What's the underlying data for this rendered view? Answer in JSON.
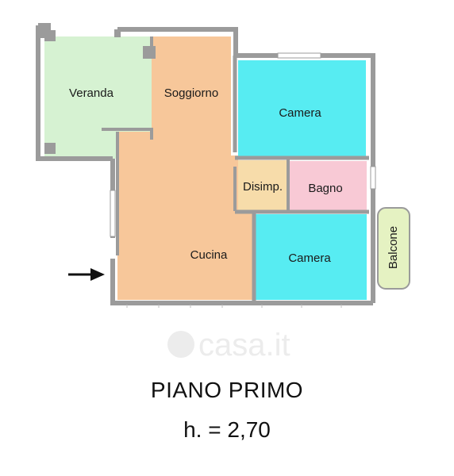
{
  "rooms": {
    "veranda": "Veranda",
    "soggiorno": "Soggiorno",
    "camera_top": "Camera",
    "disimp": "Disimp.",
    "bagno": "Bagno",
    "cucina": "Cucina",
    "camera_bottom": "Camera",
    "balcone": "Balcone"
  },
  "watermark": "casa.it",
  "caption": {
    "title": "PIANO PRIMO",
    "height": "h. = 2,70"
  },
  "colors": {
    "veranda": "#d6f2d2",
    "soggiorno_cucina": "#f7c79a",
    "camera": "#57ecf2",
    "disimp": "#f7dcaa",
    "bagno": "#f8c9d5",
    "balcone": "#e5f2c2",
    "wall": "#9b9b9b"
  }
}
